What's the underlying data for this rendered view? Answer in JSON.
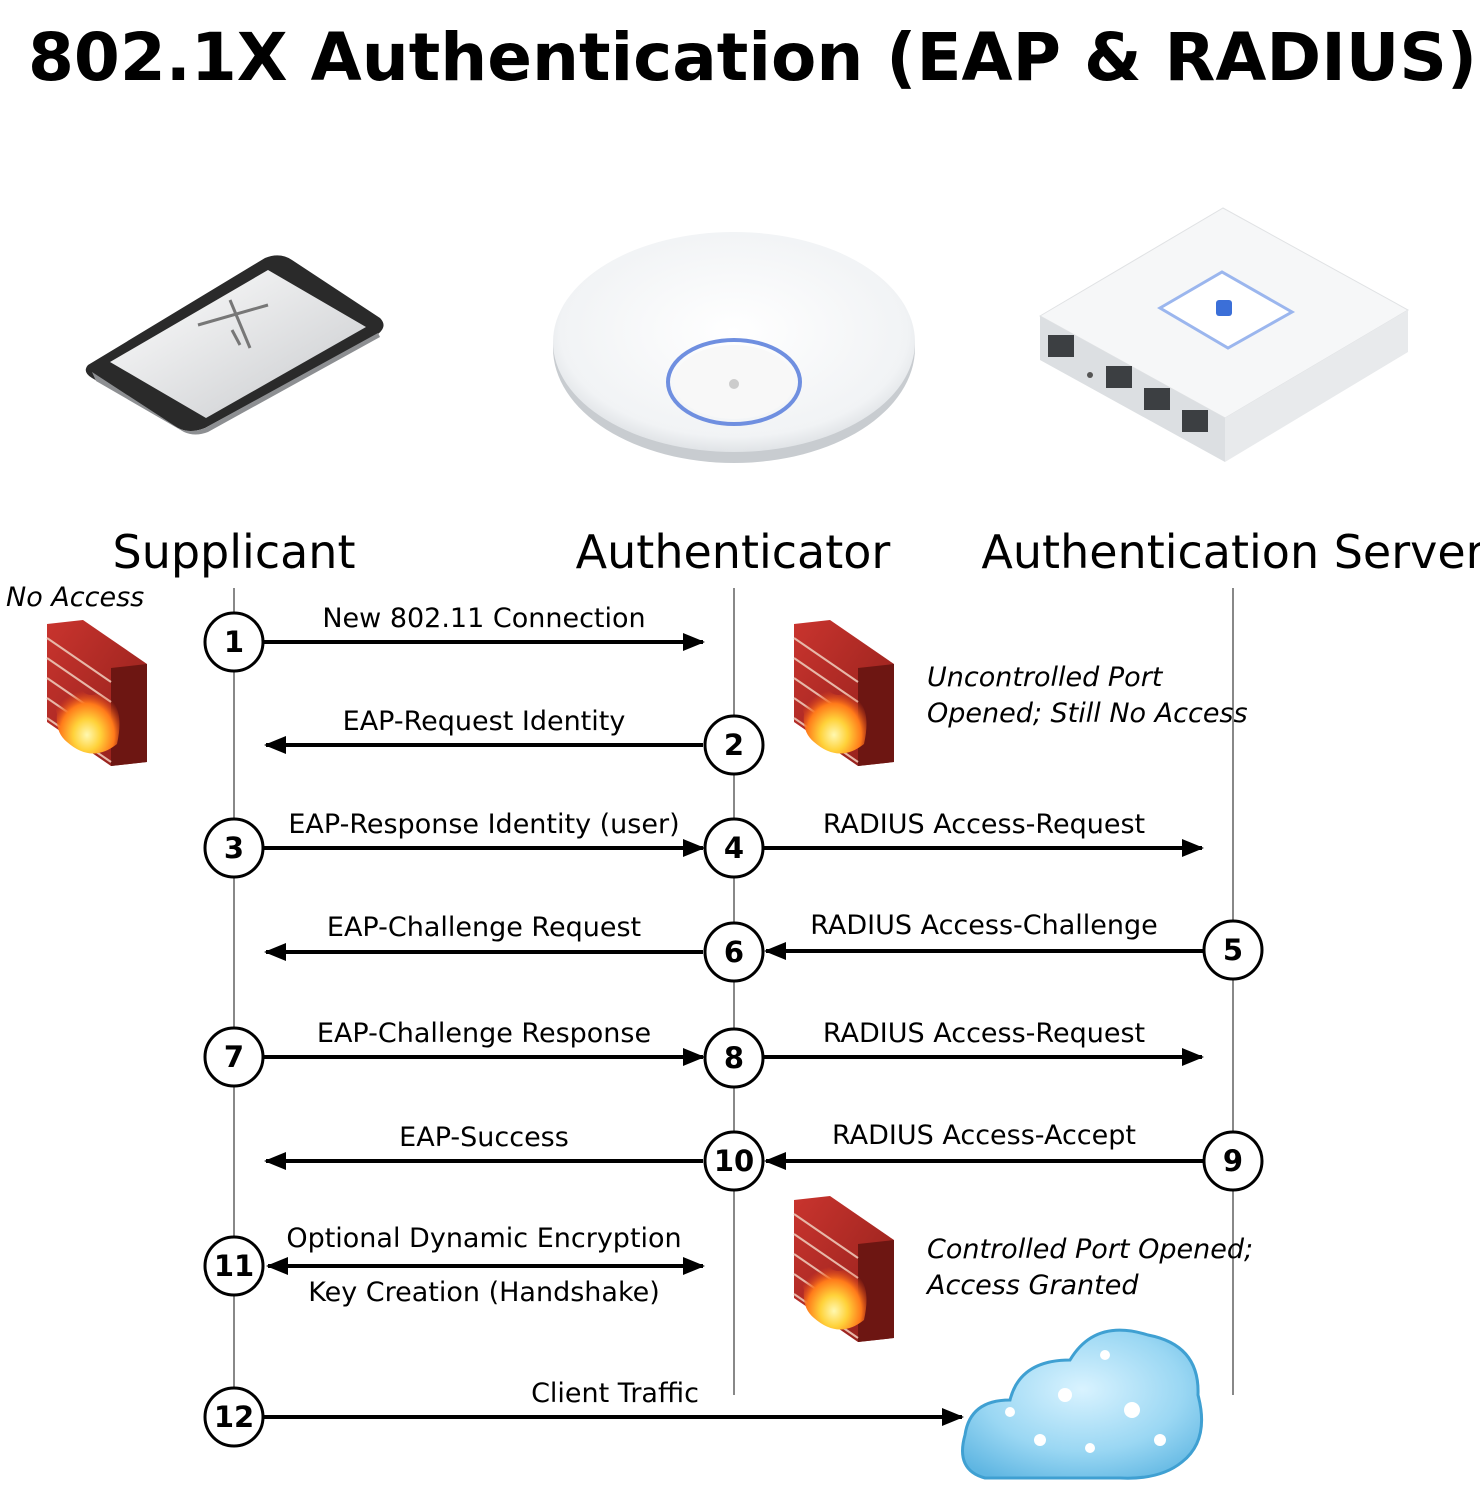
{
  "title": "802.1X Authentication (EAP & RADIUS)",
  "columns": {
    "supplicant": "Supplicant",
    "authenticator": "Authenticator",
    "server": "Authentication Server"
  },
  "notes": {
    "no_access": "No Access",
    "uncontrolled_1": "Uncontrolled Port",
    "uncontrolled_2": "Opened; Still No Access",
    "controlled_1": "Controlled Port Opened;",
    "controlled_2": "Access Granted"
  },
  "steps": [
    "1",
    "2",
    "3",
    "4",
    "5",
    "6",
    "7",
    "8",
    "9",
    "10",
    "11",
    "12"
  ],
  "messages": {
    "m1": "New 802.11 Connection",
    "m2": "EAP-Request Identity",
    "m3": "EAP-Response Identity (user)",
    "m4": "RADIUS Access-Request",
    "m5": "RADIUS Access-Challenge",
    "m6": "EAP-Challenge Request",
    "m7": "EAP-Challenge Response",
    "m8": "RADIUS Access-Request",
    "m9": "RADIUS Access-Accept",
    "m10": "EAP-Success",
    "m11a": "Optional Dynamic Encryption",
    "m11b": "Key Creation (Handshake)",
    "m12": "Client Traffic"
  },
  "icons": [
    "tablet-icon",
    "access-point-icon",
    "security-gateway-icon",
    "firewall-icon",
    "cloud-icon"
  ]
}
